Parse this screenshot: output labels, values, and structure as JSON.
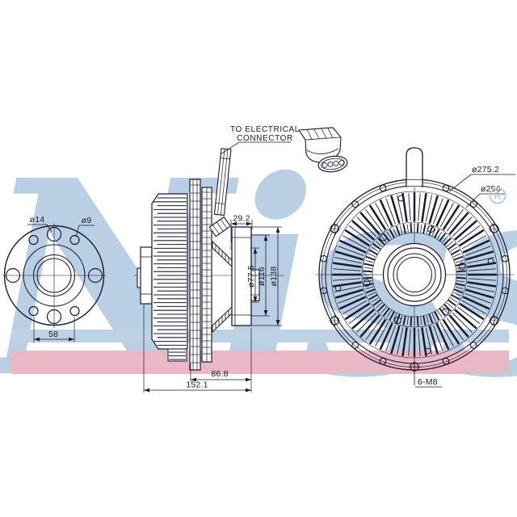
{
  "watermark": {
    "text": "Nisse",
    "registered_letter": "R"
  },
  "annotations": {
    "electrical_line1": "TO ELECTRICAL",
    "electrical_line2": "CONNECTOR"
  },
  "flange_view": {
    "hole_large_dia": "ø14",
    "hole_small_dia": "ø9",
    "hole_spacing": "58"
  },
  "side_view": {
    "flange_width": "29.2",
    "pilot_dia": "ø77.5",
    "mid_dia": "ø116",
    "flange_dia": "ø138",
    "body_depth": "86.8",
    "total_length": "152.1"
  },
  "front_view": {
    "outer_dia": "ø275.2",
    "fin_dia": "ø256",
    "mount_holes": "6-M8"
  },
  "colors": {
    "line": "#1a1a30",
    "watermark": "#b9cfe3",
    "stripe_blue": "#bdd2e2",
    "stripe_pink": "#eab7c4"
  }
}
